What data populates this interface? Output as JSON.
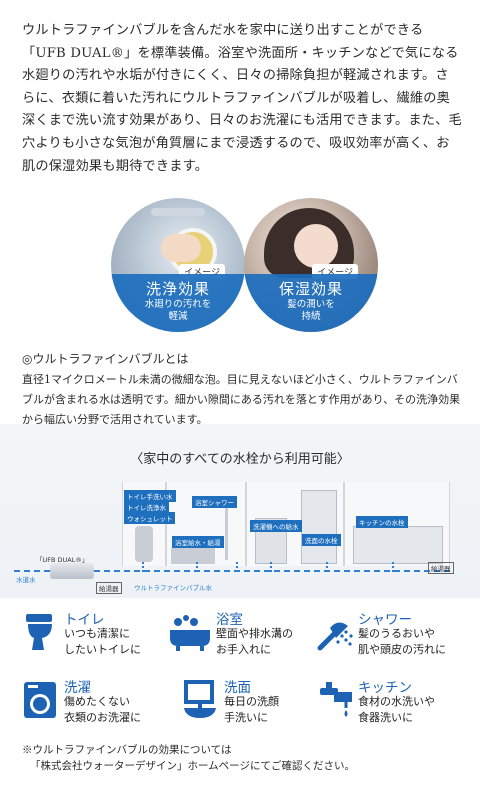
{
  "intro": {
    "paragraph": "ウルトラファインバブルを含んだ水を家中に送り出すことができる「UFB DUAL®」を標準装備。浴室や洗面所・キッチンなどで気になる水廻りの汚れや水垢が付きにくく、日々の掃除負担が軽減されます。さらに、衣類に着いた汚れにウルトラファインバブルが吸着し、繊維の奥深くまで洗い流す効果があり、日々のお洗濯にも活用できます。また、毛穴よりも小さな気泡が角質層にまで浸透するので、吸収効率が高く、お肌の保湿効果も期待できます。"
  },
  "circles": [
    {
      "tag": "イメージ",
      "title": "洗浄効果",
      "line1": "水廻りの汚れを",
      "line2": "軽減"
    },
    {
      "tag": "イメージ",
      "title": "保湿効果",
      "line1": "髪の潤いを",
      "line2": "持続"
    }
  ],
  "section": {
    "title": "◎ウルトラファインバブルとは",
    "body": "直径1マイクロメートル未満の微細な泡。目に見えないほど小さく、ウルトラファインバブルが含まれる水は透明です。細かい隙間にある汚れを落とす作用があり、その洗浄効果から幅広い分野で活用されています。"
  },
  "diagram": {
    "title": "〈家中のすべての水栓から利用可能〉",
    "labels": {
      "toilet_water": "トイレ手洗い水",
      "toilet_wash": "トイレ洗浄水",
      "washlet": "ウォシュレット",
      "shower": "浴室シャワー",
      "bath_faucet": "浴室給水・給湯",
      "laundry": "洗濯機への給水",
      "washroom": "洗面の水栓",
      "kitchen": "キッチンの水栓",
      "device": "「UFB DUAL®」",
      "hot_water_unit": "給湯器",
      "water_main": "水道水",
      "ufb_water": "ウルトラファインバブル水",
      "boiler": "給湯器"
    }
  },
  "uses": [
    {
      "title": "トイレ",
      "line1": "いつも清潔に",
      "line2": "したいトイレに",
      "icon": "toilet-icon"
    },
    {
      "title": "浴室",
      "line1": "壁面や排水溝の",
      "line2": "お手入れに",
      "icon": "bathtub-icon"
    },
    {
      "title": "シャワー",
      "line1": "髪のうるおいや",
      "line2": "肌や頭皮の汚れに",
      "icon": "shower-icon"
    },
    {
      "title": "洗濯",
      "line1": "傷めたくない",
      "line2": "衣類のお洗濯に",
      "icon": "washing-machine-icon"
    },
    {
      "title": "洗面",
      "line1": "毎日の洗顔",
      "line2": "手洗いに",
      "icon": "washbasin-icon"
    },
    {
      "title": "キッチン",
      "line1": "食材の水洗いや",
      "line2": "食器洗いに",
      "icon": "kitchen-faucet-icon"
    }
  ],
  "note": {
    "line1": "※ウルトラファインバブルの効果については",
    "line2": "「株式会社ウォーターデザイン」ホームページにてご確認ください。"
  },
  "colors": {
    "accent": "#1e63b3",
    "band": "#1c6ebe"
  }
}
